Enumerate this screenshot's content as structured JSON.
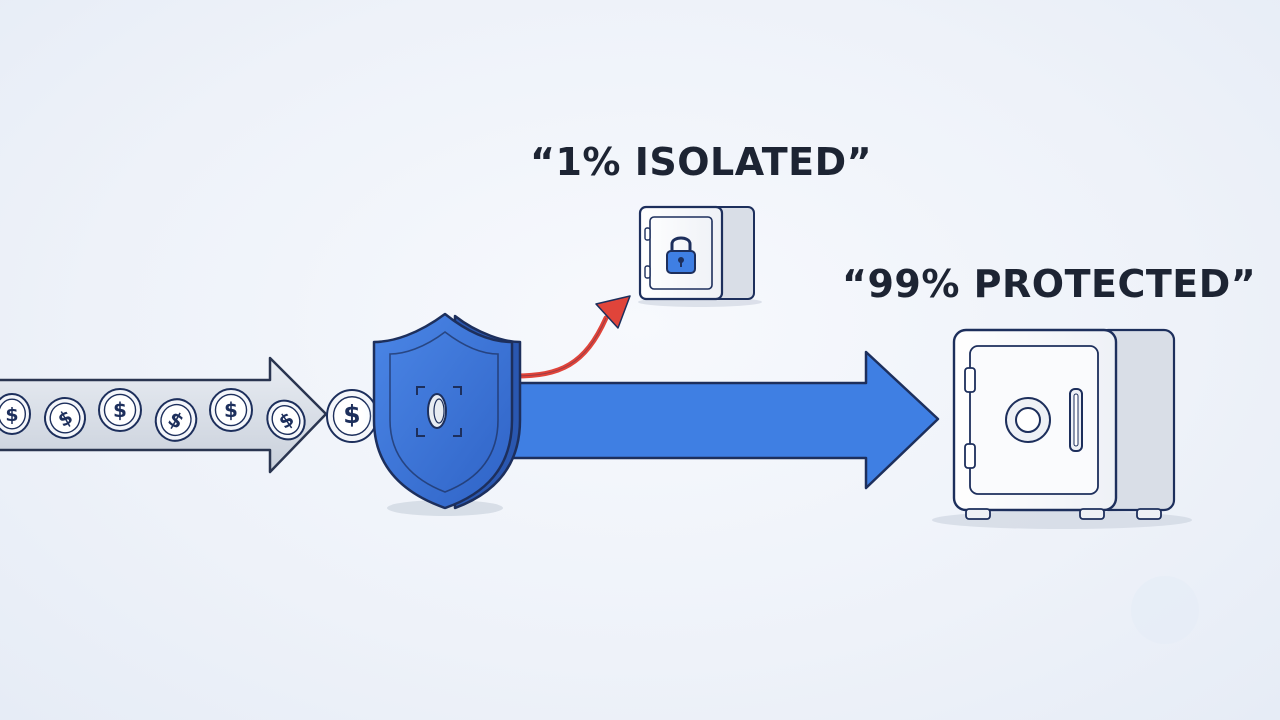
{
  "labels": {
    "isolated": "“1% ISOLATED”",
    "protected": "“99% PROTECTED”"
  },
  "coin_symbol": "$",
  "icons": {
    "incoming_flow": "gray-arrow-with-coins",
    "filter": "shield-icon",
    "small_vault": "lock-safe-icon",
    "large_vault": "safe-icon",
    "diverted_flow": "red-arrow-icon",
    "protected_flow": "blue-arrow-icon"
  },
  "colors": {
    "shield_blue": "#3d79dd",
    "flow_blue": "#3f7fe3",
    "diverted_red": "#e0443a",
    "outline": "#1d2f5c",
    "text": "#1d2433"
  },
  "shares": {
    "isolated_percent": 1,
    "protected_percent": 99
  }
}
